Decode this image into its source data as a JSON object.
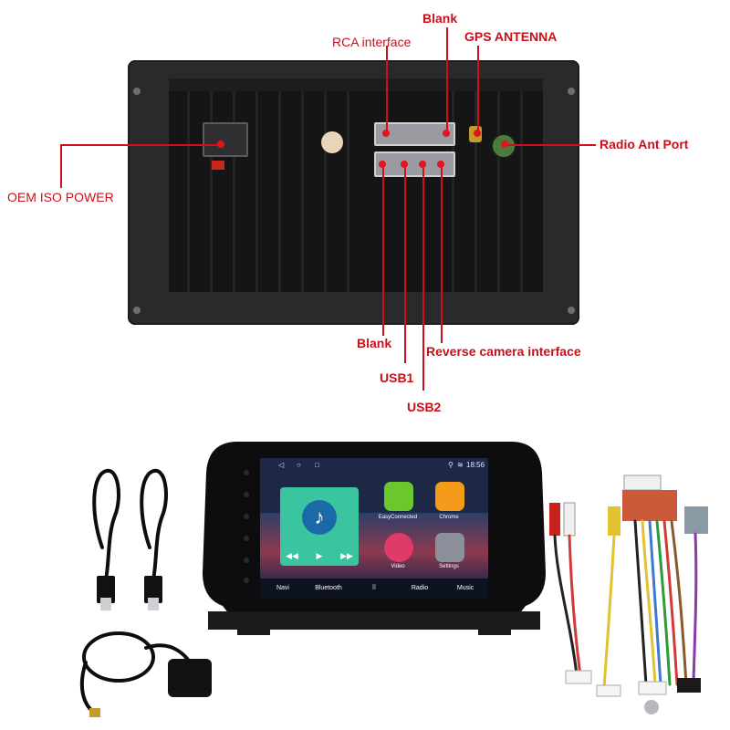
{
  "labels": {
    "rca_interface": "RCA interface",
    "blank_top": "Blank",
    "gps_antenna": "GPS ANTENNA",
    "radio_ant_port": "Radio Ant Port",
    "oem_iso_power": "OEM ISO POWER",
    "blank_bottom": "Blank",
    "usb1": "USB1",
    "usb2": "USB2",
    "reverse_camera": "Reverse camera interface"
  },
  "screen": {
    "time": "18:56",
    "apps": [
      {
        "label": "EasyConnected",
        "color": "#6ac82c"
      },
      {
        "label": "Chrome",
        "color": "#f39a1a"
      },
      {
        "label": "Video",
        "color": "#e03a6a"
      },
      {
        "label": "Settings",
        "color": "#8a8f99"
      }
    ],
    "dock": [
      "Navi",
      "Bluetooth",
      "Radio",
      "Music"
    ]
  },
  "colors": {
    "callout": "#d01018",
    "panel": "#2a2a2c"
  }
}
